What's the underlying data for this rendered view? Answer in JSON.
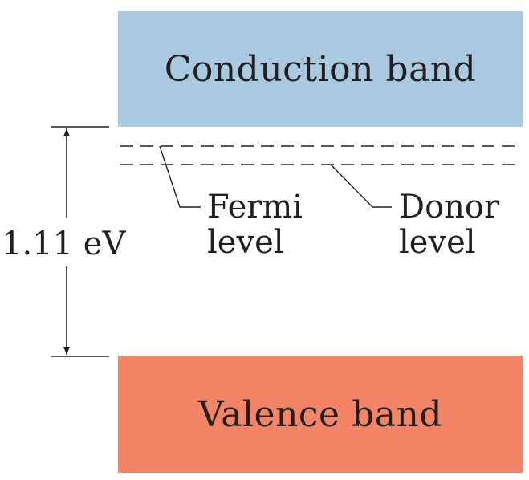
{
  "bands": {
    "conduction": {
      "label": "Conduction band",
      "color": "#a9c9e0"
    },
    "valence": {
      "label": "Valence band",
      "color": "#f48466"
    }
  },
  "gap": {
    "label": "1.11 eV"
  },
  "levels": {
    "fermi": {
      "line1": "Fermi",
      "line2": "level",
      "style": "dashed"
    },
    "donor": {
      "line1": "Donor",
      "line2": "level",
      "style": "dashed"
    }
  }
}
